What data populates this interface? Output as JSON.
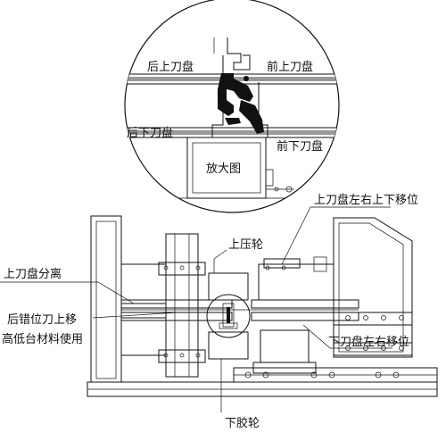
{
  "labels": {
    "rear_upper_cutter": "后上刀盘",
    "front_upper_cutter": "前上刀盘",
    "rear_lower_cutter": "后下刀盘",
    "front_lower_cutter": "前下刀盘",
    "enlarged_view": "放大图",
    "upper_cutter_shift": "上刀盘左右上下移位",
    "upper_press_wheel": "上压轮",
    "upper_cutter_separation": "上刀盘分离",
    "rear_offset_cutter_line1": "后错位刀上移",
    "rear_offset_cutter_line2": "高低台材料使用",
    "lower_cutter_shift": "下刀盘左右移位",
    "lower_rubber_wheel": "下胶轮"
  }
}
